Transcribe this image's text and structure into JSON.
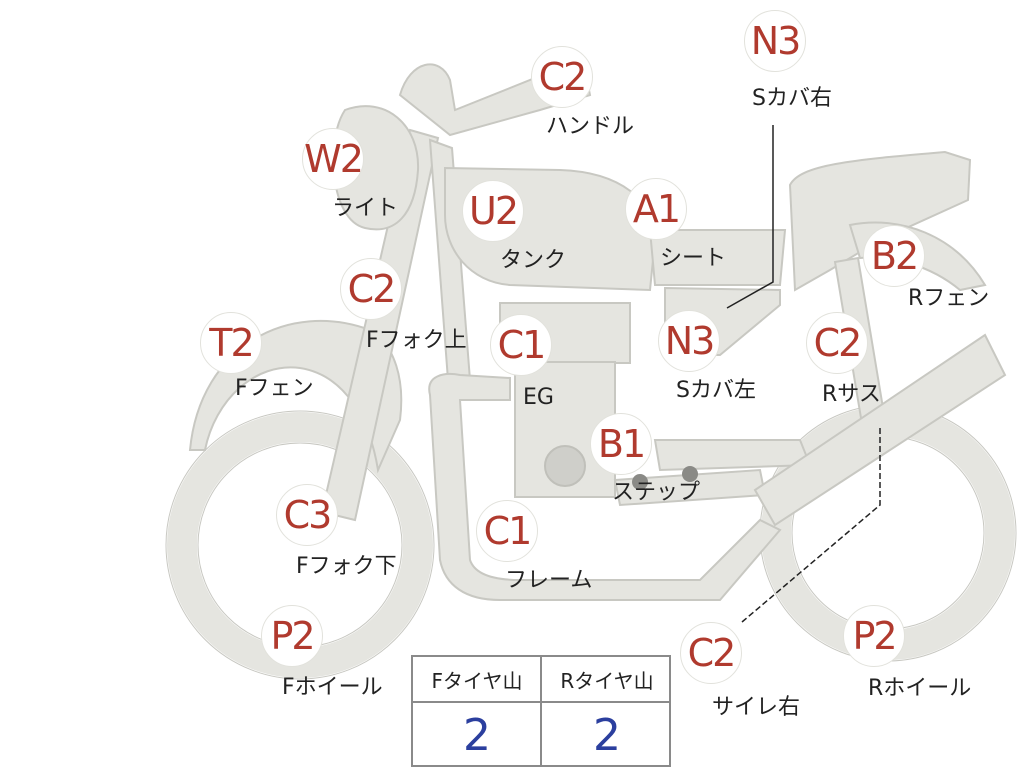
{
  "parts": {
    "handle": {
      "code": "C2",
      "label": "ハンドル"
    },
    "side_cover_r": {
      "code": "N3",
      "label": "Sカバ右"
    },
    "light": {
      "code": "W2",
      "label": "ライト"
    },
    "tank": {
      "code": "U2",
      "label": "タンク"
    },
    "seat": {
      "code": "A1",
      "label": "シート"
    },
    "rear_fender": {
      "code": "B2",
      "label": "Rフェン"
    },
    "fork_upper": {
      "code": "C2",
      "label": "Fフォク上"
    },
    "front_fender": {
      "code": "T2",
      "label": "Fフェン"
    },
    "engine": {
      "code": "C1",
      "label": "EG"
    },
    "side_cover_l": {
      "code": "N3",
      "label": "Sカバ左"
    },
    "rear_susp": {
      "code": "C2",
      "label": "Rサス"
    },
    "step": {
      "code": "B1",
      "label": "ステップ"
    },
    "fork_lower": {
      "code": "C3",
      "label": "Fフォク下"
    },
    "frame": {
      "code": "C1",
      "label": "フレーム"
    },
    "front_wheel": {
      "code": "P2",
      "label": "Fホイール"
    },
    "muffler_r": {
      "code": "C2",
      "label": "サイレ右"
    },
    "rear_wheel": {
      "code": "P2",
      "label": "Rホイール"
    }
  },
  "tread_table": {
    "front_header": "Fタイヤ山",
    "rear_header": "Rタイヤ山",
    "front_value": "2",
    "rear_value": "2"
  },
  "colors": {
    "body_fill": "#e5e5e0",
    "body_stroke": "#c8c8c2",
    "code_text": "#b03a2e",
    "value_text": "#2b3f9e"
  }
}
